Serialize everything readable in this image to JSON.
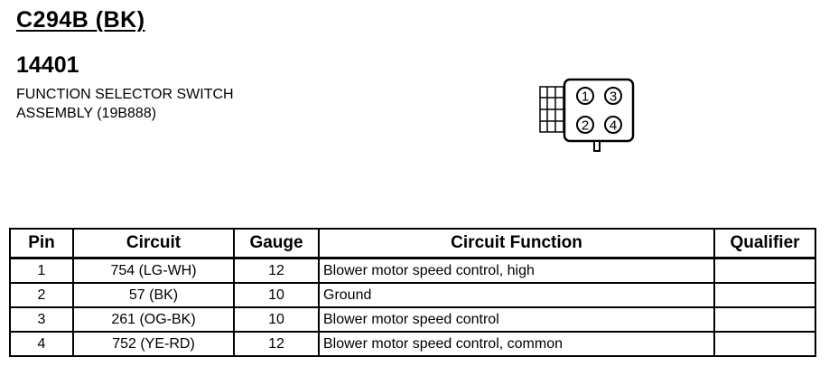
{
  "header": {
    "connector_title": "C294B (BK)",
    "part_number": "14401",
    "description_line1": "FUNCTION SELECTOR SWITCH",
    "description_line2": "ASSEMBLY (19B888)"
  },
  "connector": {
    "pins": [
      "1",
      "2",
      "3",
      "4"
    ]
  },
  "table": {
    "headers": {
      "pin": "Pin",
      "circuit": "Circuit",
      "gauge": "Gauge",
      "function": "Circuit Function",
      "qualifier": "Qualifier"
    },
    "rows": [
      {
        "pin": "1",
        "circuit": "754 (LG-WH)",
        "gauge": "12",
        "function": "Blower motor speed control, high",
        "qualifier": ""
      },
      {
        "pin": "2",
        "circuit": "57 (BK)",
        "gauge": "10",
        "function": "Ground",
        "qualifier": ""
      },
      {
        "pin": "3",
        "circuit": "261 (OG-BK)",
        "gauge": "10",
        "function": "Blower motor speed control",
        "qualifier": ""
      },
      {
        "pin": "4",
        "circuit": "752 (YE-RD)",
        "gauge": "12",
        "function": "Blower motor speed control, common",
        "qualifier": ""
      }
    ]
  }
}
